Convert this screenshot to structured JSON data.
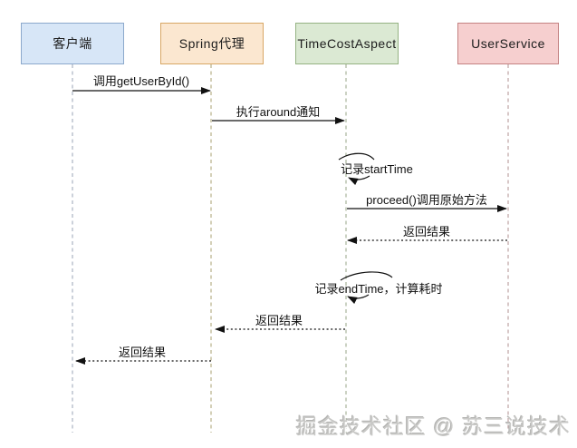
{
  "participants": [
    {
      "label": "客户端",
      "fill": "#d7e6f7",
      "border": "#8ca9cc",
      "lifeline": "#a9b2c2"
    },
    {
      "label": "Spring代理",
      "fill": "#fbe7d0",
      "border": "#d8a765",
      "lifeline": "#b7b189"
    },
    {
      "label": "TimeCostAspect",
      "fill": "#dbe9d3",
      "border": "#95b383",
      "lifeline": "#a8b59b"
    },
    {
      "label": "UserService",
      "fill": "#f6cfcf",
      "border": "#c48282",
      "lifeline": "#bda3a3"
    }
  ],
  "messages": [
    {
      "label": "调用getUserById()",
      "type": "sync",
      "from": "客户端",
      "to": "Spring代理"
    },
    {
      "label": "执行around通知",
      "type": "sync",
      "from": "Spring代理",
      "to": "TimeCostAspect"
    },
    {
      "label": "记录startTime",
      "type": "self",
      "from": "TimeCostAspect",
      "to": "TimeCostAspect"
    },
    {
      "label": "proceed()调用原始方法",
      "type": "sync",
      "from": "TimeCostAspect",
      "to": "UserService"
    },
    {
      "label": "返回结果",
      "type": "return",
      "from": "UserService",
      "to": "TimeCostAspect"
    },
    {
      "label": "记录endTime，计算耗时",
      "type": "self",
      "from": "TimeCostAspect",
      "to": "TimeCostAspect"
    },
    {
      "label": "返回结果",
      "type": "return",
      "from": "TimeCostAspect",
      "to": "Spring代理"
    },
    {
      "label": "返回结果",
      "type": "return",
      "from": "Spring代理",
      "to": "客户端"
    }
  ],
  "watermark": "掘金技术社区 @ 苏三说技术",
  "colors": {
    "arrow": "#111111",
    "background": "#ffffff"
  }
}
